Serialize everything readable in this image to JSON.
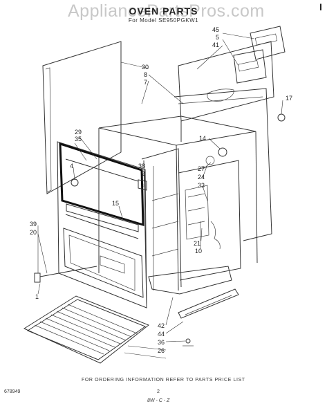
{
  "watermark": "AppliancePartsPros.com",
  "title": "OVEN PARTS",
  "subtitle": "For Model SE950PGKW1",
  "corner_mark": "I",
  "callouts": {
    "c45": "45",
    "c5": "5",
    "c41": "41",
    "c30": "30",
    "c8": "8",
    "c7": "7",
    "c17": "17",
    "c14": "14",
    "c27": "27",
    "c24": "24",
    "c33": "33",
    "c29": "29",
    "c35": "35",
    "c4": "4",
    "c38": "38",
    "c2": "2",
    "c15": "15",
    "c21": "21",
    "c10": "10",
    "c39": "39",
    "c20": "20",
    "c1": "1",
    "c42": "42",
    "c44": "44",
    "c36": "36",
    "c26": "26"
  },
  "footer": {
    "ordering_note": "FOR ORDERING INFORMATION REFER TO PARTS PRICE LIST",
    "doc_number": "678949",
    "page_number": "2",
    "revision": "8W - C - Z"
  }
}
